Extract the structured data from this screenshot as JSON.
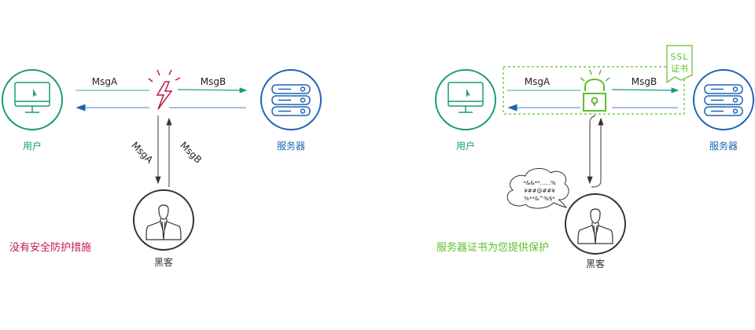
{
  "colors": {
    "user": "#1a9a7a",
    "server": "#1f63b5",
    "danger": "#c0174a",
    "secure": "#5cbf2a",
    "hacker": "#333333"
  },
  "left_panel": {
    "user_label": "用户",
    "server_label": "服务器",
    "hacker_label": "黑客",
    "msg_a": "MsgA",
    "msg_b": "MsgB",
    "intercept_a": "MsgA",
    "intercept_b": "MsgB",
    "caption": "没有安全防护措施"
  },
  "right_panel": {
    "user_label": "用户",
    "server_label": "服务器",
    "hacker_label": "黑客",
    "msg_a": "MsgA",
    "msg_b": "MsgB",
    "cert_line1": "SSL",
    "cert_line2": "证书",
    "garbled": [
      "*&&**......%",
      "¥##@##¥",
      "%**&^%$*"
    ],
    "caption": "服务器证书为您提供保护"
  }
}
